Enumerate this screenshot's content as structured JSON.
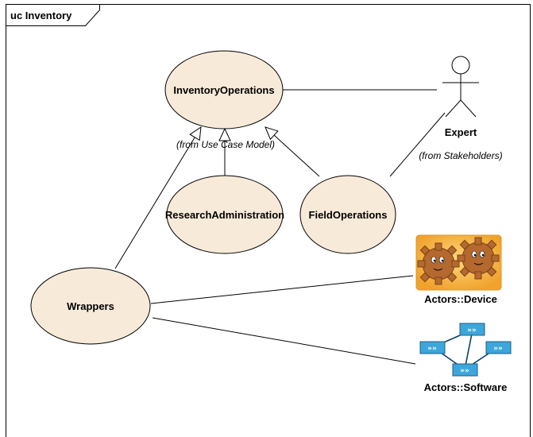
{
  "frame": {
    "label": "uc Inventory"
  },
  "use_cases": {
    "inventory_operations": "InventoryOperations",
    "research_administration": "ResearchAdministration",
    "field_operations": "FieldOperations",
    "wrappers": "Wrappers"
  },
  "notes": {
    "inventory_from": "(from Use Case Model)"
  },
  "actors": {
    "expert": {
      "name": "Expert",
      "from": "(from Stakeholders)",
      "icon": "stick-figure-icon"
    },
    "device": {
      "name": "Actors::Device",
      "icon": "gears-icon"
    },
    "software": {
      "name": "Actors::Software",
      "icon": "network-nodes-icon"
    }
  },
  "colors": {
    "use_case_fill": "#F8EAD9",
    "line": "#000000",
    "device_bg": "#F7B23B",
    "gear": "#B5692E",
    "software_node": "#3DA6DB"
  }
}
